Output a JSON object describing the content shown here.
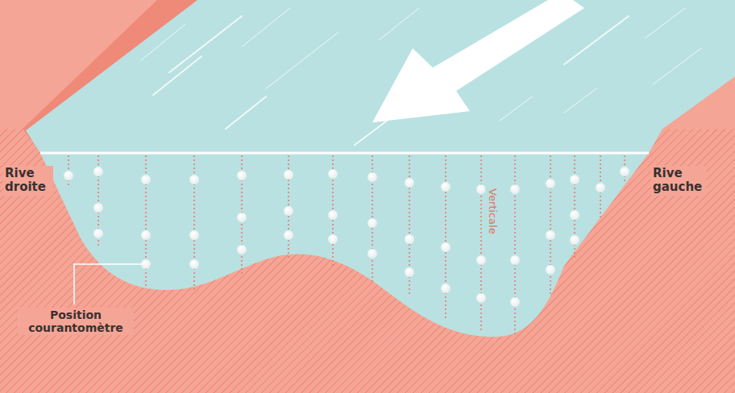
{
  "diagram": {
    "labels": [
      "Rive droite",
      "Rive gauche",
      "Verticale",
      "Position courantomètre"
    ]
  }
}
